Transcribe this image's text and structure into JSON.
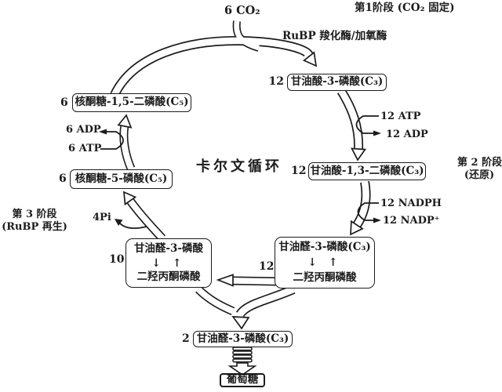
{
  "figure": {
    "title": "卡尔文循环",
    "bg_color": "#ffffff",
    "ink_color": "#1b1b1b"
  },
  "stages": {
    "stage1": {
      "label": "第1阶段",
      "note": "(CO₂ 固定)"
    },
    "stage2": {
      "label": "第 2 阶段",
      "note": "(还原)"
    },
    "stage3": {
      "label": "第 3 阶段",
      "note": "(RuBP 再生)"
    }
  },
  "molecules": {
    "co2": "6 CO₂",
    "enzyme": "RuBP 羧化酶/加氧酶",
    "adp6": "6 ADP",
    "atp6": "6 ATP",
    "atp12": "12 ATP",
    "adp12": "12 ADP",
    "nadph12": "12 NADPH",
    "nadp12": "12 NADP⁺",
    "pi4": "4Pi"
  },
  "boxes": {
    "pga": {
      "count": "12",
      "label": "甘油酸-3-磷酸(C₃)"
    },
    "bpga": {
      "count": "12",
      "label": "甘油酸-1,3-二磷酸(C₃)"
    },
    "rubp": {
      "count": "6",
      "label": "核酮糖-1,5-二磷酸(C₅)"
    },
    "r5p": {
      "count": "6",
      "label": "核酮糖-5-磷酸(C₅)"
    },
    "triose_left": {
      "count": "10",
      "line1": "甘油醛-3-磷酸",
      "updown": "↓ ↑",
      "line2": "二羟丙酮磷酸"
    },
    "triose_right": {
      "count": "12",
      "line1": "甘油醛-3-磷酸(C₃)",
      "updown": "↓ ↑",
      "line2": "二羟丙酮磷酸"
    },
    "g3p_out": {
      "count": "2",
      "label": "甘油醛-3-磷酸(C₃)"
    },
    "glucose": {
      "label": "葡萄糖"
    }
  }
}
